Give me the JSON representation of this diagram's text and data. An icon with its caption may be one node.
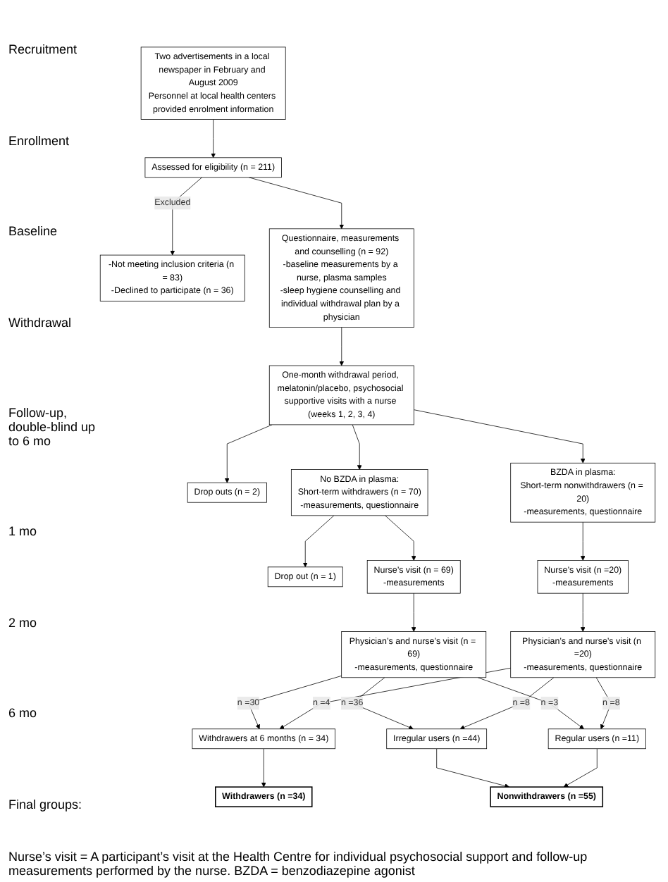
{
  "diagram": {
    "nodes": [
      {
        "text": [
          "Two advertisements in a local newspaper in February and August 2009",
          "Personnel at local health centers provided enrolment information"
        ]
      },
      {
        "text": [
          "Assessed for eligibility (n = 211)"
        ]
      },
      {
        "text": [
          "-Not meeting inclusion criteria (n = 83)",
          "-Declined to participate (n = 36)"
        ]
      },
      {
        "text": [
          "Questionnaire, measurements and counselling (n = 92)",
          "-baseline measurements by a nurse, plasma samples",
          "-sleep hygiene counselling and individual withdrawal plan by a physician"
        ]
      },
      {
        "text": [
          "One-month withdrawal period, melatonin/placebo, psychosocial supportive visits with a nurse (weeks 1, 2, 3, 4)"
        ]
      },
      {
        "text": [
          "Drop outs (n = 2)"
        ]
      },
      {
        "text": [
          "No BZDA in plasma:",
          "Short-term withdrawers (n = 70)",
          "-measurements, questionnaire"
        ]
      },
      {
        "text": [
          "BZDA in plasma:",
          "Short-term nonwithdrawers (n = 20)",
          "-measurements, questionnaire"
        ]
      },
      {
        "text": [
          "Drop out (n = 1)"
        ]
      },
      {
        "text": [
          "Nurse’s visit (n = 69)",
          "-measurements"
        ]
      },
      {
        "text": [
          "Nurse’s visit (n =20)",
          "-measurements"
        ]
      },
      {
        "text": [
          "Physician’s and nurse’s visit (n = 69)",
          "-measurements, questionnaire"
        ]
      },
      {
        "text": [
          "Physician’s and nurse’s visit (n =20)",
          "-measurements, questionnaire"
        ]
      },
      {
        "text": [
          "Withdrawers at 6 months (n = 34)"
        ]
      },
      {
        "text": [
          "Irregular users (n =44)"
        ]
      },
      {
        "text": [
          "Regular users (n =11)"
        ]
      },
      {
        "text": [
          "Withdrawers (n =34)"
        ]
      },
      {
        "text": [
          "Nonwithdrawers (n =55)"
        ]
      }
    ],
    "edges": [
      {
        "from": 0,
        "to": 1,
        "arrow": "to"
      },
      {
        "from": 1,
        "to": 2,
        "arrow": "to",
        "label": "Excluded"
      },
      {
        "from": 1,
        "to": 3,
        "arrow": "to"
      },
      {
        "from": 3,
        "to": 4,
        "arrow": "to"
      },
      {
        "from": 4,
        "to": 5,
        "arrow": "to"
      },
      {
        "from": 4,
        "to": 6,
        "arrow": "to"
      },
      {
        "from": 4,
        "to": 7,
        "arrow": "to"
      },
      {
        "from": 6,
        "to": 8,
        "arrow": "to"
      },
      {
        "from": 6,
        "to": 9,
        "arrow": "to"
      },
      {
        "from": 7,
        "to": 10,
        "arrow": "to"
      },
      {
        "from": 9,
        "to": 11,
        "arrow": "to"
      },
      {
        "from": 10,
        "to": 12,
        "arrow": "to"
      },
      {
        "from": 11,
        "to": 13,
        "arrow": "to",
        "label": "n =30"
      },
      {
        "from": 11,
        "to": 14,
        "arrow": "to",
        "label": "n =36"
      },
      {
        "from": 11,
        "to": 15,
        "arrow": "to",
        "label": "n =3"
      },
      {
        "from": 12,
        "to": 13,
        "arrow": "to",
        "label": "n =4"
      },
      {
        "from": 12,
        "to": 14,
        "arrow": "to",
        "label": "n =8"
      },
      {
        "from": 12,
        "to": 15,
        "arrow": "to",
        "label": "n =8"
      },
      {
        "from": 13,
        "to": 16,
        "arrow": "to"
      },
      {
        "from": 14,
        "to": 17,
        "arrow": "to"
      },
      {
        "from": 15,
        "to": 17,
        "arrow": "to"
      }
    ],
    "labels": [
      "Recruitment",
      "Enrollment",
      "Baseline",
      "Withdrawal",
      "Follow-up, double-blind up to 6 mo",
      "1 mo",
      "2 mo",
      "6 mo",
      "Final groups:",
      "Nurse’s visit = A participant’s visit at the Health Centre for individual psychosocial support and follow-up measurements performed by the nurse. BZDA = benzodiazepine agonist"
    ]
  }
}
